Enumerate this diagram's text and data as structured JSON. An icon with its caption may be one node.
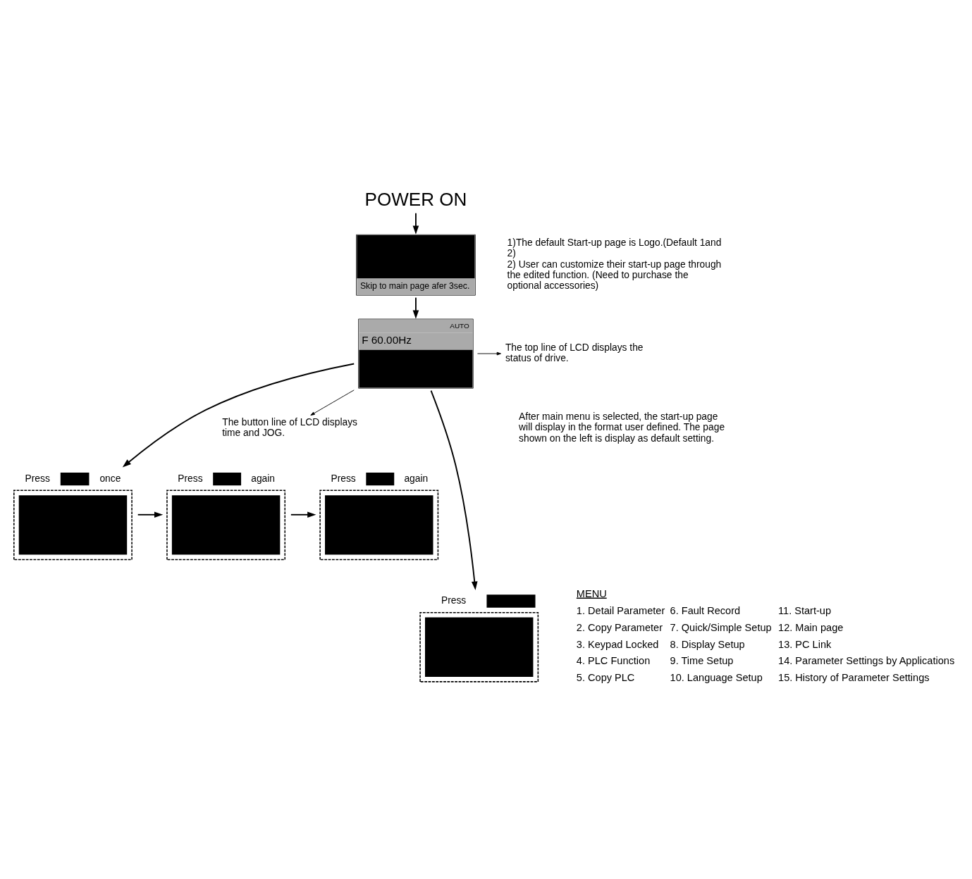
{
  "diagram": {
    "nodes": [
      {
        "text": [
          "POWER ON"
        ]
      },
      {
        "text": [
          "Skip to main page afer 3sec."
        ]
      },
      {
        "text": [
          "AUTO",
          "F 60.00Hz"
        ]
      },
      {
        "text": [
          "The top line of LCD displays the status of drive."
        ]
      },
      {
        "text": [
          "The button line of LCD displays time and JOG."
        ]
      },
      {
        "text": [],
        "shape": "box",
        "beside": [
          "Press",
          "once"
        ]
      },
      {
        "text": [],
        "shape": "box",
        "beside": [
          "Press",
          "again"
        ]
      },
      {
        "text": [],
        "shape": "box",
        "beside": [
          "Press",
          "again"
        ]
      },
      {
        "text": [],
        "shape": "box",
        "beside": [
          "Press"
        ]
      }
    ],
    "edges": [
      {
        "from": 0,
        "to": 1,
        "arrow": "to"
      },
      {
        "from": 1,
        "to": 2,
        "arrow": "to"
      },
      {
        "from": 2,
        "to": 3,
        "arrow": "to"
      },
      {
        "from": 2,
        "to": 4,
        "arrow": "to"
      },
      {
        "from": 2,
        "to": 5,
        "arrow": "to"
      },
      {
        "from": 5,
        "to": 6,
        "arrow": "to"
      },
      {
        "from": 6,
        "to": 7,
        "arrow": "to"
      },
      {
        "from": 2,
        "to": 8,
        "arrow": "to"
      }
    ],
    "labels": [
      "1)The default Start-up page is Logo.(Default 1and 2)",
      "2) User can customize their start-up page through the edited function. (Need to purchase the optional accessories)",
      "After main menu is selected, the start-up page will display in the format user defined. The page shown on the left is display as default setting.",
      "MENU",
      "1. Detail Parameter",
      "6. Fault Record",
      "11. Start-up",
      "2. Copy Parameter",
      "7. Quick/Simple Setup",
      "12. Main page",
      "3. Keypad Locked",
      "8. Display Setup",
      "13. PC Link",
      "4. PLC Function",
      "9. Time Setup",
      "14. Parameter Settings by Applications",
      "5. Copy PLC",
      "10. Language Setup",
      "15. History of Parameter Settings"
    ]
  }
}
